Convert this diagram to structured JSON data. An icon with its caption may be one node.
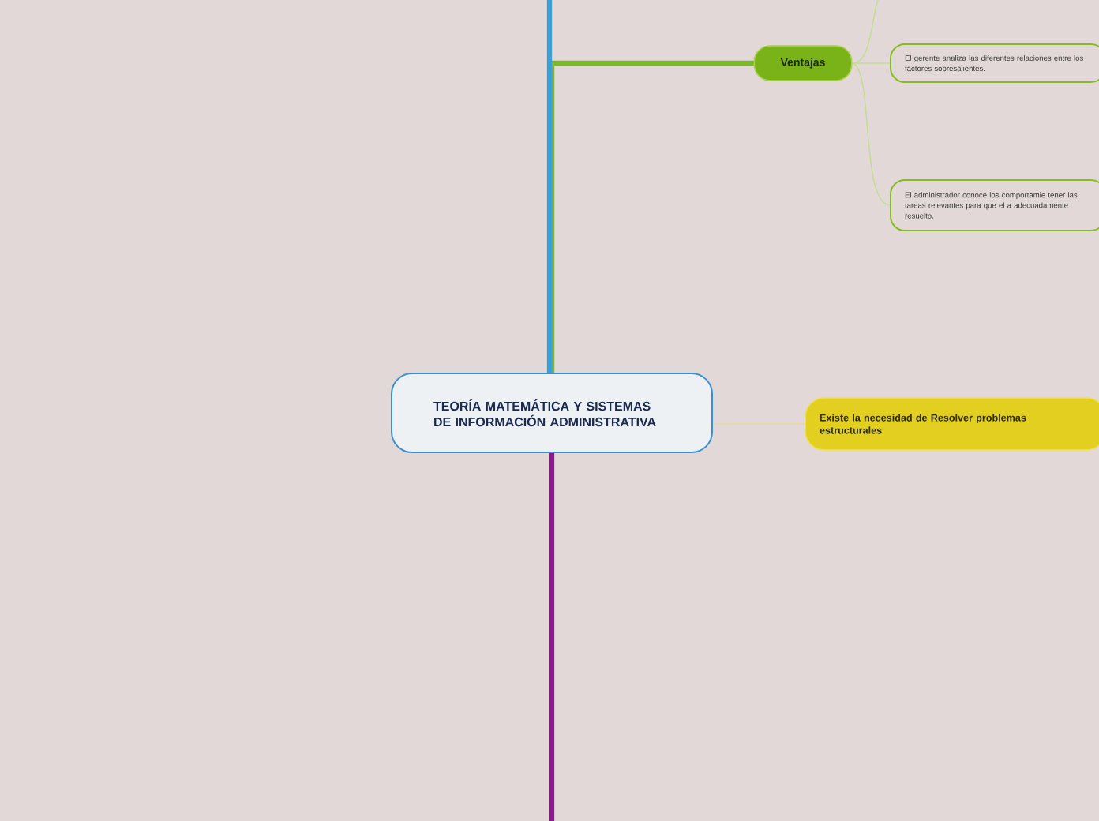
{
  "diagram": {
    "nodes": [
      {
        "text": [
          "TEORÍA MATEMÁTICA Y SISTEMAS DE INFORMACIÓN ADMINISTRATIVA"
        ]
      },
      {
        "text": [
          "Ventajas"
        ]
      },
      {
        "text": [
          "El gerente analiza las diferentes relaciones entre los factores sobresalientes."
        ]
      },
      {
        "text": [
          "El administrador conoce los comportamie tener las tareas relevantes para que el a adecuadamente resuelto."
        ]
      },
      {
        "text": [
          "Existe la necesidad de Resolver problemas estructurales"
        ]
      }
    ],
    "edges": [
      {
        "from": 0,
        "to": 1,
        "arrow": "none",
        "style": "thick",
        "color": "#7cb82f"
      },
      {
        "from": 0,
        "to": null,
        "arrow": "none",
        "style": "thick",
        "color": "#3aa0d8"
      },
      {
        "from": 0,
        "to": null,
        "arrow": "none",
        "style": "thick",
        "color": "#8a1a8a"
      },
      {
        "from": 0,
        "to": 4,
        "arrow": "none",
        "color": "#e8d8a0"
      },
      {
        "from": 1,
        "to": null,
        "arrow": "none",
        "color": "#c4dc8c"
      },
      {
        "from": 1,
        "to": 2,
        "arrow": "none",
        "color": "#c4dc8c"
      },
      {
        "from": 1,
        "to": 3,
        "arrow": "none",
        "color": "#c4dc8c"
      }
    ]
  }
}
